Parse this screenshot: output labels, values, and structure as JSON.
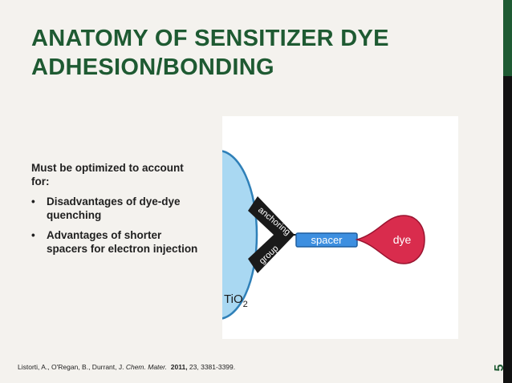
{
  "title": {
    "line1": "ANATOMY OF SENSITIZER DYE",
    "line2": "ADHESION/BONDING"
  },
  "body": {
    "intro": "Must be optimized to account for:",
    "bullets": [
      "Disadvantages of dye-dye quenching",
      "Advantages of shorter spacers for electron injection"
    ]
  },
  "diagram": {
    "surface_label": "TiO",
    "surface_subscript": "2",
    "anchoring_label": "anchoring",
    "group_label": "group",
    "spacer_label": "spacer",
    "dye_label": "dye",
    "colors": {
      "surface": "#a9d8f2",
      "surface_edge": "#2f80b8",
      "spacer": "#3d8fe0",
      "spacer_edge": "#1f5f9f",
      "dye": "#d92c4d",
      "dye_edge": "#9a1430",
      "anchor": "#1a1a1a"
    }
  },
  "citation": {
    "authors": "Listorti, A., O'Regan, B., Durrant, J. ",
    "journal": "Chem. Mater.",
    "year": "2011,",
    "rest": " 23, 3381-3399."
  },
  "page_number": "5",
  "colors": {
    "title": "#1e5a32",
    "background": "#f4f2ee"
  }
}
